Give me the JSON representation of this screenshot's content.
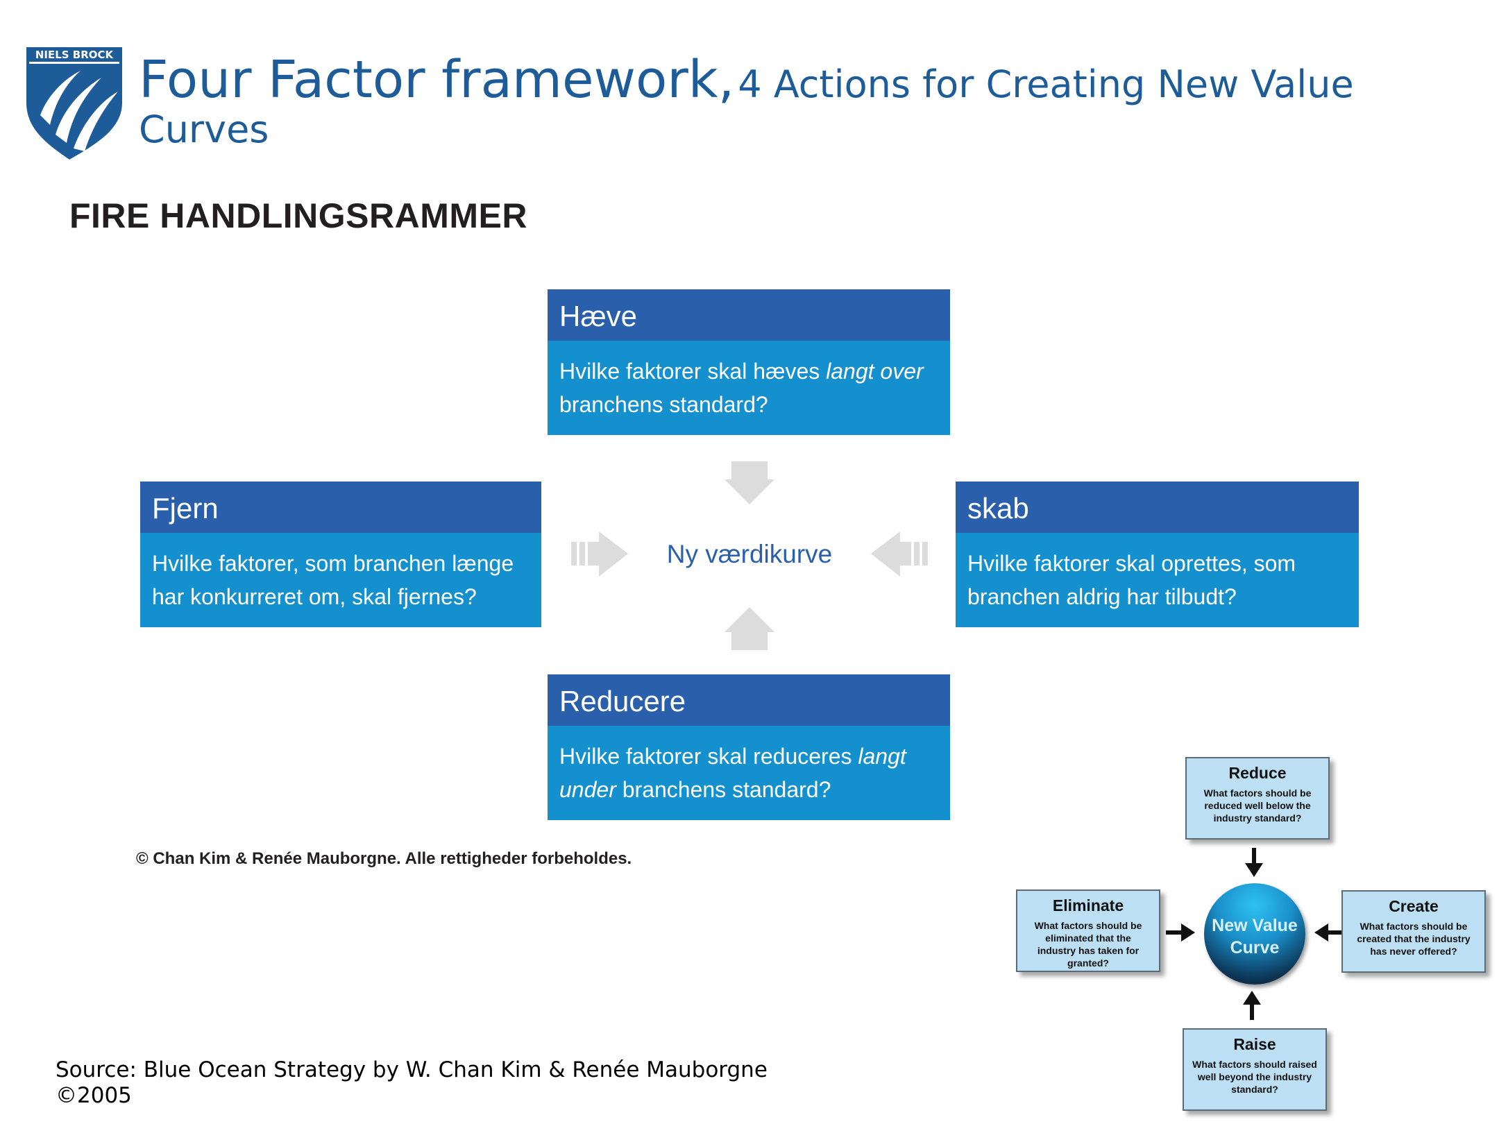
{
  "header": {
    "logo_text": "NIELS BROCK",
    "title_main": "Four Factor framework,",
    "title_sub_a": "4 Actions for Creating New Value",
    "title_sub_b": "Curves"
  },
  "diagram": {
    "heading": "FIRE HANDLINGSRAMMER",
    "center": "Ny værdikurve",
    "top": {
      "title": "Hæve",
      "text_a": "Hvilke faktorer skal hæves ",
      "text_em": "langt over",
      "text_b": " branchens standard?"
    },
    "left": {
      "title": "Fjern",
      "text": "Hvilke faktorer, som branchen længe har konkurreret om, skal fjernes?"
    },
    "right": {
      "title": "skab",
      "text": "Hvilke faktorer skal oprettes, som branchen aldrig har tilbudt?"
    },
    "bottom": {
      "title": "Reducere",
      "text_a": "Hvilke faktorer skal reduceres ",
      "text_em": "langt under",
      "text_b": " branchens standard?"
    },
    "copyright": "© Chan Kim & Renée Mauborgne. Alle rettigheder forbeholdes."
  },
  "small_diagram": {
    "center_a": "New Value",
    "center_b": "Curve",
    "reduce": {
      "title": "Reduce",
      "text": "What factors should be reduced well below the industry standard?"
    },
    "eliminate": {
      "title": "Eliminate",
      "text": "What factors should be eliminated that the industry has taken for granted?"
    },
    "create": {
      "title": "Create",
      "text": "What factors should be created that the industry has never offered?"
    },
    "raise": {
      "title": "Raise",
      "text": "What factors should raised well beyond the industry standard?"
    }
  },
  "source": {
    "line1": "Source: Blue Ocean Strategy by W. Chan Kim & Renée Mauborgne",
    "line2": "©2005"
  },
  "colors": {
    "title_blue": "#1e5c99",
    "box_header": "#2a5fab",
    "box_body": "#1590cf",
    "arrow_grey": "#dcdcdc"
  }
}
